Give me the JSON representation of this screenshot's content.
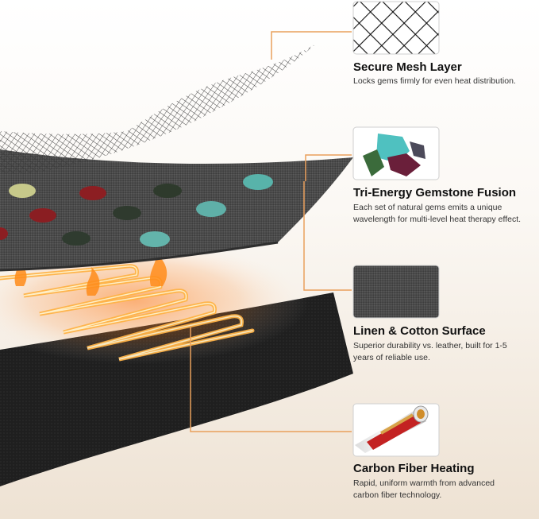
{
  "features": [
    {
      "title": "Secure Mesh Layer",
      "desc": "Locks gems firmly for even heat distribution.",
      "icon": "mesh-icon"
    },
    {
      "title": "Tri-Energy Gemstone Fusion",
      "desc": "Each set of natural gems emits a unique wavelength for multi-level heat therapy effect.",
      "icon": "gemstones-icon"
    },
    {
      "title": "Linen & Cotton Surface",
      "desc": "Superior durability vs. leather, built for 1-5 years of reliable use.",
      "icon": "linen-fabric-icon"
    },
    {
      "title": "Carbon Fiber Heating",
      "desc": "Rapid, uniform warmth from advanced carbon fiber technology.",
      "icon": "carbon-fiber-cable-icon"
    }
  ],
  "colors": {
    "leader_line": "#e9a05c",
    "heating_coil": "#ffb347",
    "linen": "#4a4a4a",
    "carbon_layer": "#1e1e1e"
  }
}
